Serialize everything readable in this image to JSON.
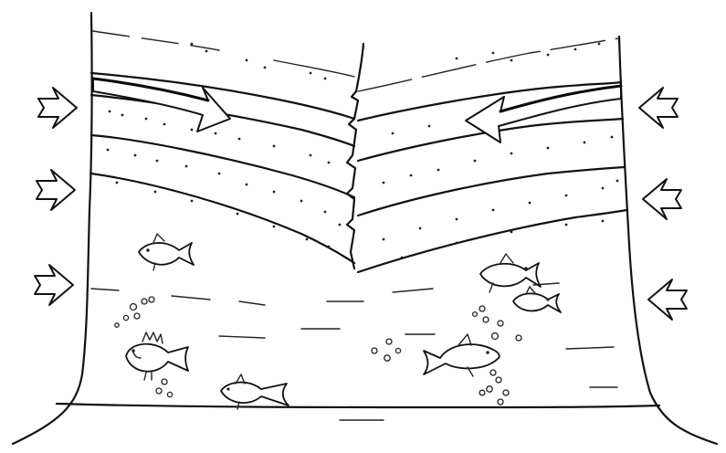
{
  "diagram": {
    "kind": "geological-folding-syncline",
    "compression_arrows": {
      "left": [
        "compression-arrow",
        "compression-arrow",
        "compression-arrow"
      ],
      "right": [
        "compression-arrow",
        "compression-arrow",
        "compression-arrow"
      ],
      "direction": "inward"
    },
    "fold_arrows": [
      "left-limb-arrow",
      "right-limb-arrow"
    ],
    "layer_count": 3,
    "fish_count": 6,
    "fault": "central-crack"
  }
}
